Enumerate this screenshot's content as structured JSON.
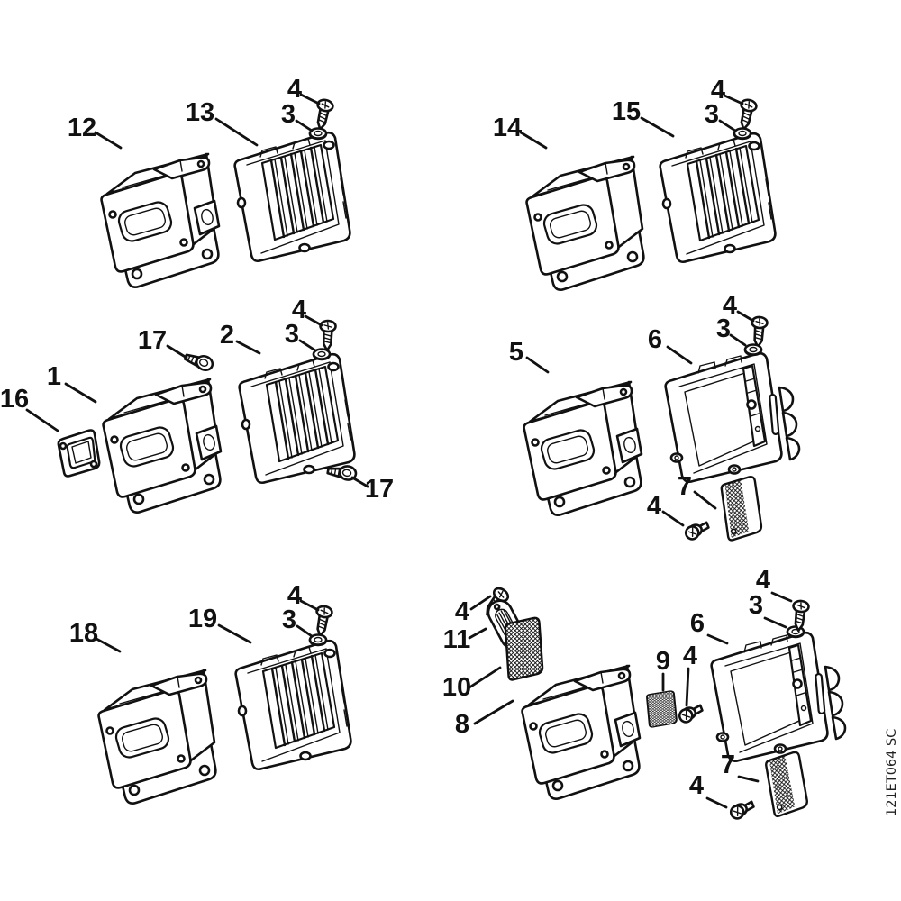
{
  "figure": {
    "watermark": "121ET064 SC"
  },
  "assemblies": [
    {
      "name": "top-left",
      "callouts": [
        "12",
        "13",
        "4",
        "3"
      ]
    },
    {
      "name": "top-right",
      "callouts": [
        "14",
        "15",
        "4",
        "3"
      ]
    },
    {
      "name": "middle-left",
      "callouts": [
        "16",
        "1",
        "17",
        "2",
        "4",
        "3",
        "17"
      ]
    },
    {
      "name": "middle-right",
      "callouts": [
        "5",
        "6",
        "4",
        "3",
        "7",
        "4"
      ]
    },
    {
      "name": "bottom-left",
      "callouts": [
        "18",
        "19",
        "4",
        "3"
      ]
    },
    {
      "name": "bottom-right",
      "callouts": [
        "4",
        "11",
        "10",
        "8",
        "9",
        "4",
        "6",
        "3",
        "4",
        "7",
        "4"
      ]
    }
  ]
}
